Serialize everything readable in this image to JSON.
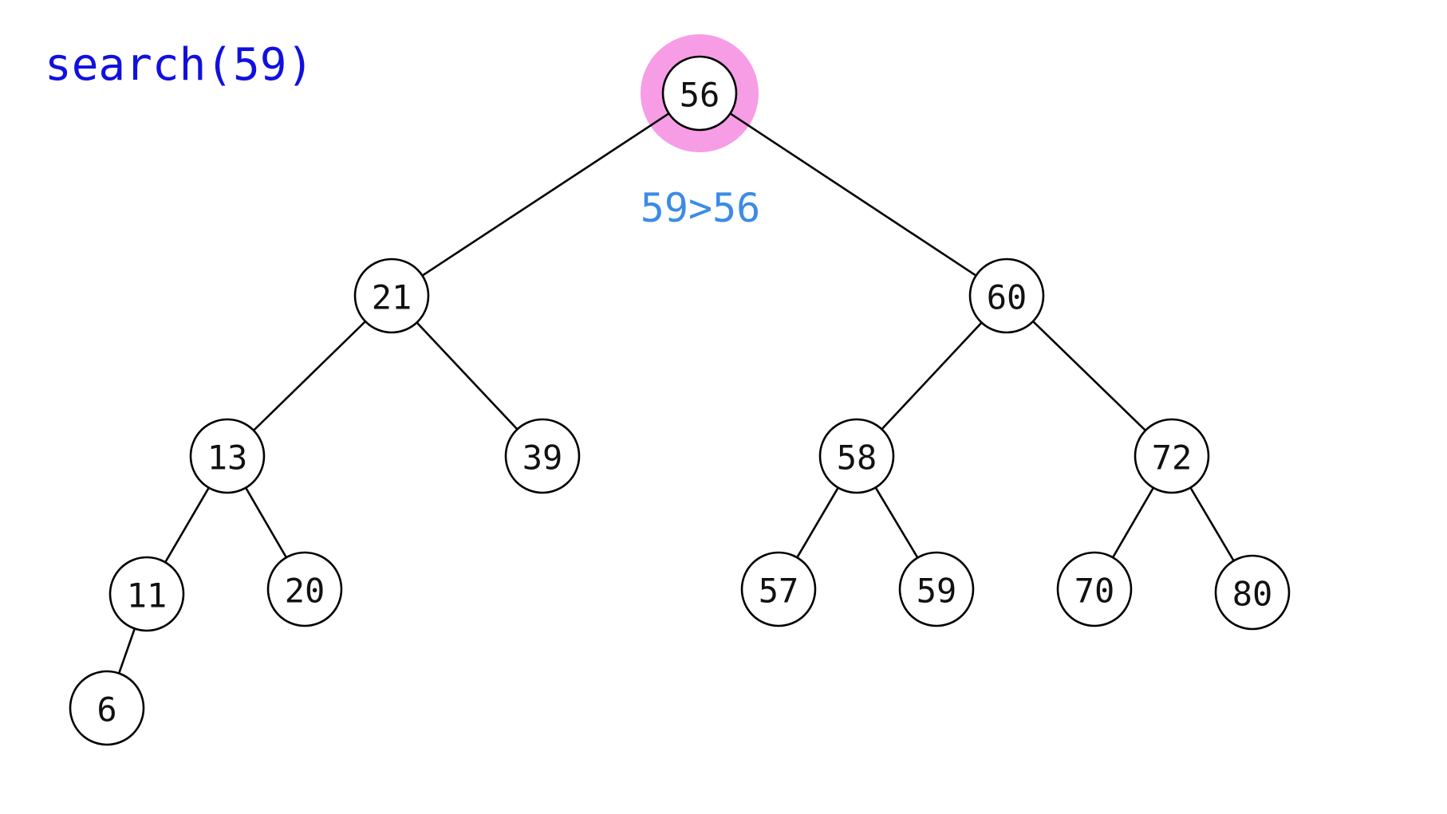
{
  "operation": {
    "label": "search(59)",
    "color": "#1010e0"
  },
  "comparison": {
    "label": "59>56",
    "color": "#3c8be6"
  },
  "highlight": {
    "node": "56",
    "color": "#f79de6"
  },
  "tree": {
    "nodes": [
      {
        "id": "n56",
        "value": "56"
      },
      {
        "id": "n21",
        "value": "21"
      },
      {
        "id": "n60",
        "value": "60"
      },
      {
        "id": "n13",
        "value": "13"
      },
      {
        "id": "n39",
        "value": "39"
      },
      {
        "id": "n58",
        "value": "58"
      },
      {
        "id": "n72",
        "value": "72"
      },
      {
        "id": "n11",
        "value": "11"
      },
      {
        "id": "n20",
        "value": "20"
      },
      {
        "id": "n57",
        "value": "57"
      },
      {
        "id": "n59",
        "value": "59"
      },
      {
        "id": "n70",
        "value": "70"
      },
      {
        "id": "n80",
        "value": "80"
      },
      {
        "id": "n6",
        "value": "6"
      }
    ],
    "edges": [
      [
        "n56",
        "n21"
      ],
      [
        "n56",
        "n60"
      ],
      [
        "n21",
        "n13"
      ],
      [
        "n21",
        "n39"
      ],
      [
        "n60",
        "n58"
      ],
      [
        "n60",
        "n72"
      ],
      [
        "n13",
        "n11"
      ],
      [
        "n13",
        "n20"
      ],
      [
        "n58",
        "n57"
      ],
      [
        "n58",
        "n59"
      ],
      [
        "n72",
        "n70"
      ],
      [
        "n72",
        "n80"
      ],
      [
        "n11",
        "n6"
      ]
    ]
  }
}
